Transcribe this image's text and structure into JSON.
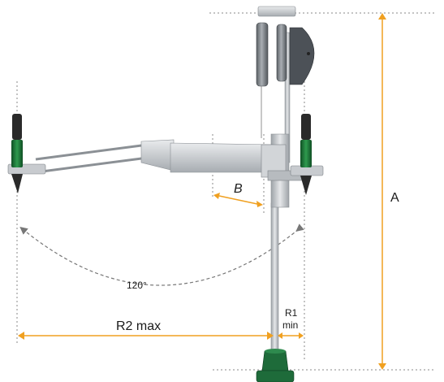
{
  "labels": {
    "A": "A",
    "B": "B",
    "angle": "120°",
    "r2": "R2 max",
    "r1_top": "R1",
    "r1_bottom": "min"
  },
  "colors": {
    "dimension": "#f0a020",
    "guide": "#888888",
    "metal": "#c8cbcf",
    "tool_green": "#1f7a3a",
    "tool_dark": "#2a2a2a",
    "balancer": "#6f747a",
    "base_green": "#1e6b3a"
  }
}
